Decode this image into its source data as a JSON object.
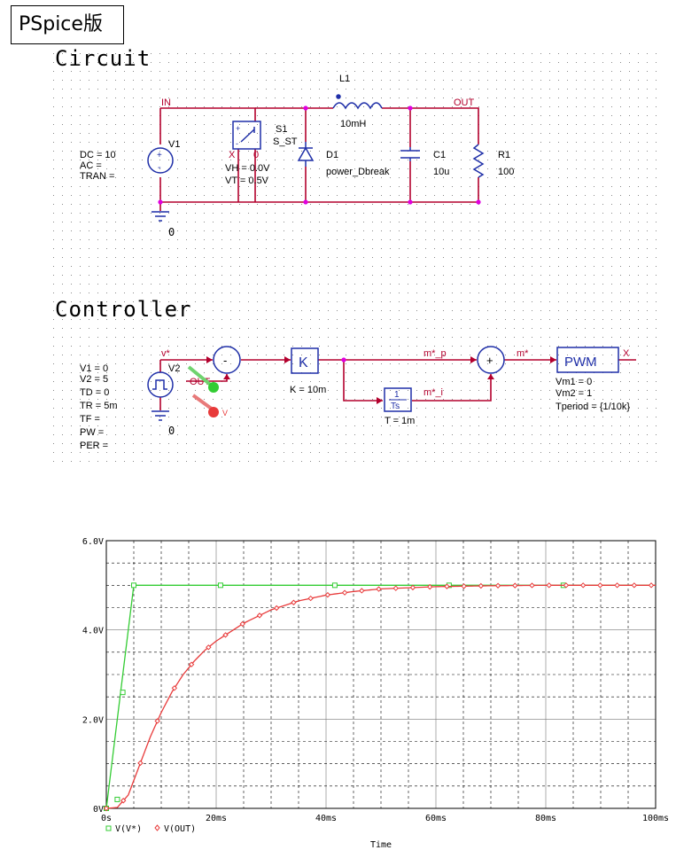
{
  "page_title": "PSpice版",
  "circuit": {
    "heading": "Circuit",
    "nets": {
      "in": "IN",
      "out": "OUT",
      "x": "X",
      "zero": "0"
    },
    "v1": {
      "name": "V1",
      "params": [
        "DC = 10",
        "AC =",
        "TRAN ="
      ],
      "plus": "+",
      "minus": "-"
    },
    "s1": {
      "name": "S1",
      "model": "S_ST",
      "vh": "VH = 0.0V",
      "vt": "VT = 0.5V"
    },
    "d1": {
      "name": "D1",
      "model": "power_Dbreak"
    },
    "l1": {
      "name": "L1",
      "value": "10mH"
    },
    "c1": {
      "name": "C1",
      "value": "10u"
    },
    "r1": {
      "name": "R1",
      "value": "100"
    },
    "ground": "0"
  },
  "controller": {
    "heading": "Controller",
    "v2": {
      "name": "V2",
      "params": [
        "V1 = 0",
        "V2 = 5",
        "TD = 0",
        "TR = 5m",
        "TF =",
        "PW =",
        "PER ="
      ]
    },
    "nets": {
      "vstar": "v*",
      "out": "OUT",
      "mp": "m*_p",
      "mi": "m*_i",
      "m": "m*",
      "x": "X"
    },
    "sum1": "-",
    "sum2": "+",
    "gain": {
      "label": "K",
      "value": "K = 10m"
    },
    "integ": {
      "num": "1",
      "den": "Ts",
      "value": "T = 1m"
    },
    "pwm": {
      "label": "PWM",
      "params": [
        "Vm1 = 0",
        "Vm2 = 1",
        "Tperiod = {1/10k}"
      ]
    },
    "probe": "V",
    "ground": "0"
  },
  "colors": {
    "wire": "#b3002d",
    "component": "#1f2fa8",
    "junction": "#e000e0",
    "trace_vstar": "#33cc33",
    "trace_vout": "#e83a3a"
  },
  "chart_data": {
    "type": "line",
    "xlabel": "Time",
    "xlim": [
      0,
      100
    ],
    "ylim": [
      0,
      6
    ],
    "x_unit": "ms",
    "xticks": [
      "0s",
      "20ms",
      "40ms",
      "60ms",
      "80ms",
      "100ms"
    ],
    "yticks": [
      "0V",
      "2.0V",
      "4.0V",
      "6.0V"
    ],
    "grid": true,
    "legend_position": "bottom-left",
    "series": [
      {
        "name": "V(V*)",
        "marker": "square",
        "color": "#33cc33",
        "x": [
          0,
          5,
          100
        ],
        "y": [
          0,
          5,
          5
        ]
      },
      {
        "name": "V(OUT)",
        "marker": "diamond",
        "color": "#e83a3a",
        "x": [
          0,
          2,
          4,
          6,
          8,
          10,
          12,
          14,
          16,
          18,
          20,
          25,
          30,
          35,
          40,
          45,
          50,
          60,
          70,
          80,
          90,
          100
        ],
        "y": [
          0,
          0.02,
          0.3,
          0.95,
          1.6,
          2.15,
          2.62,
          3.0,
          3.3,
          3.55,
          3.75,
          4.15,
          4.45,
          4.65,
          4.78,
          4.86,
          4.92,
          4.97,
          4.99,
          5.0,
          5.0,
          5.0
        ]
      }
    ]
  }
}
